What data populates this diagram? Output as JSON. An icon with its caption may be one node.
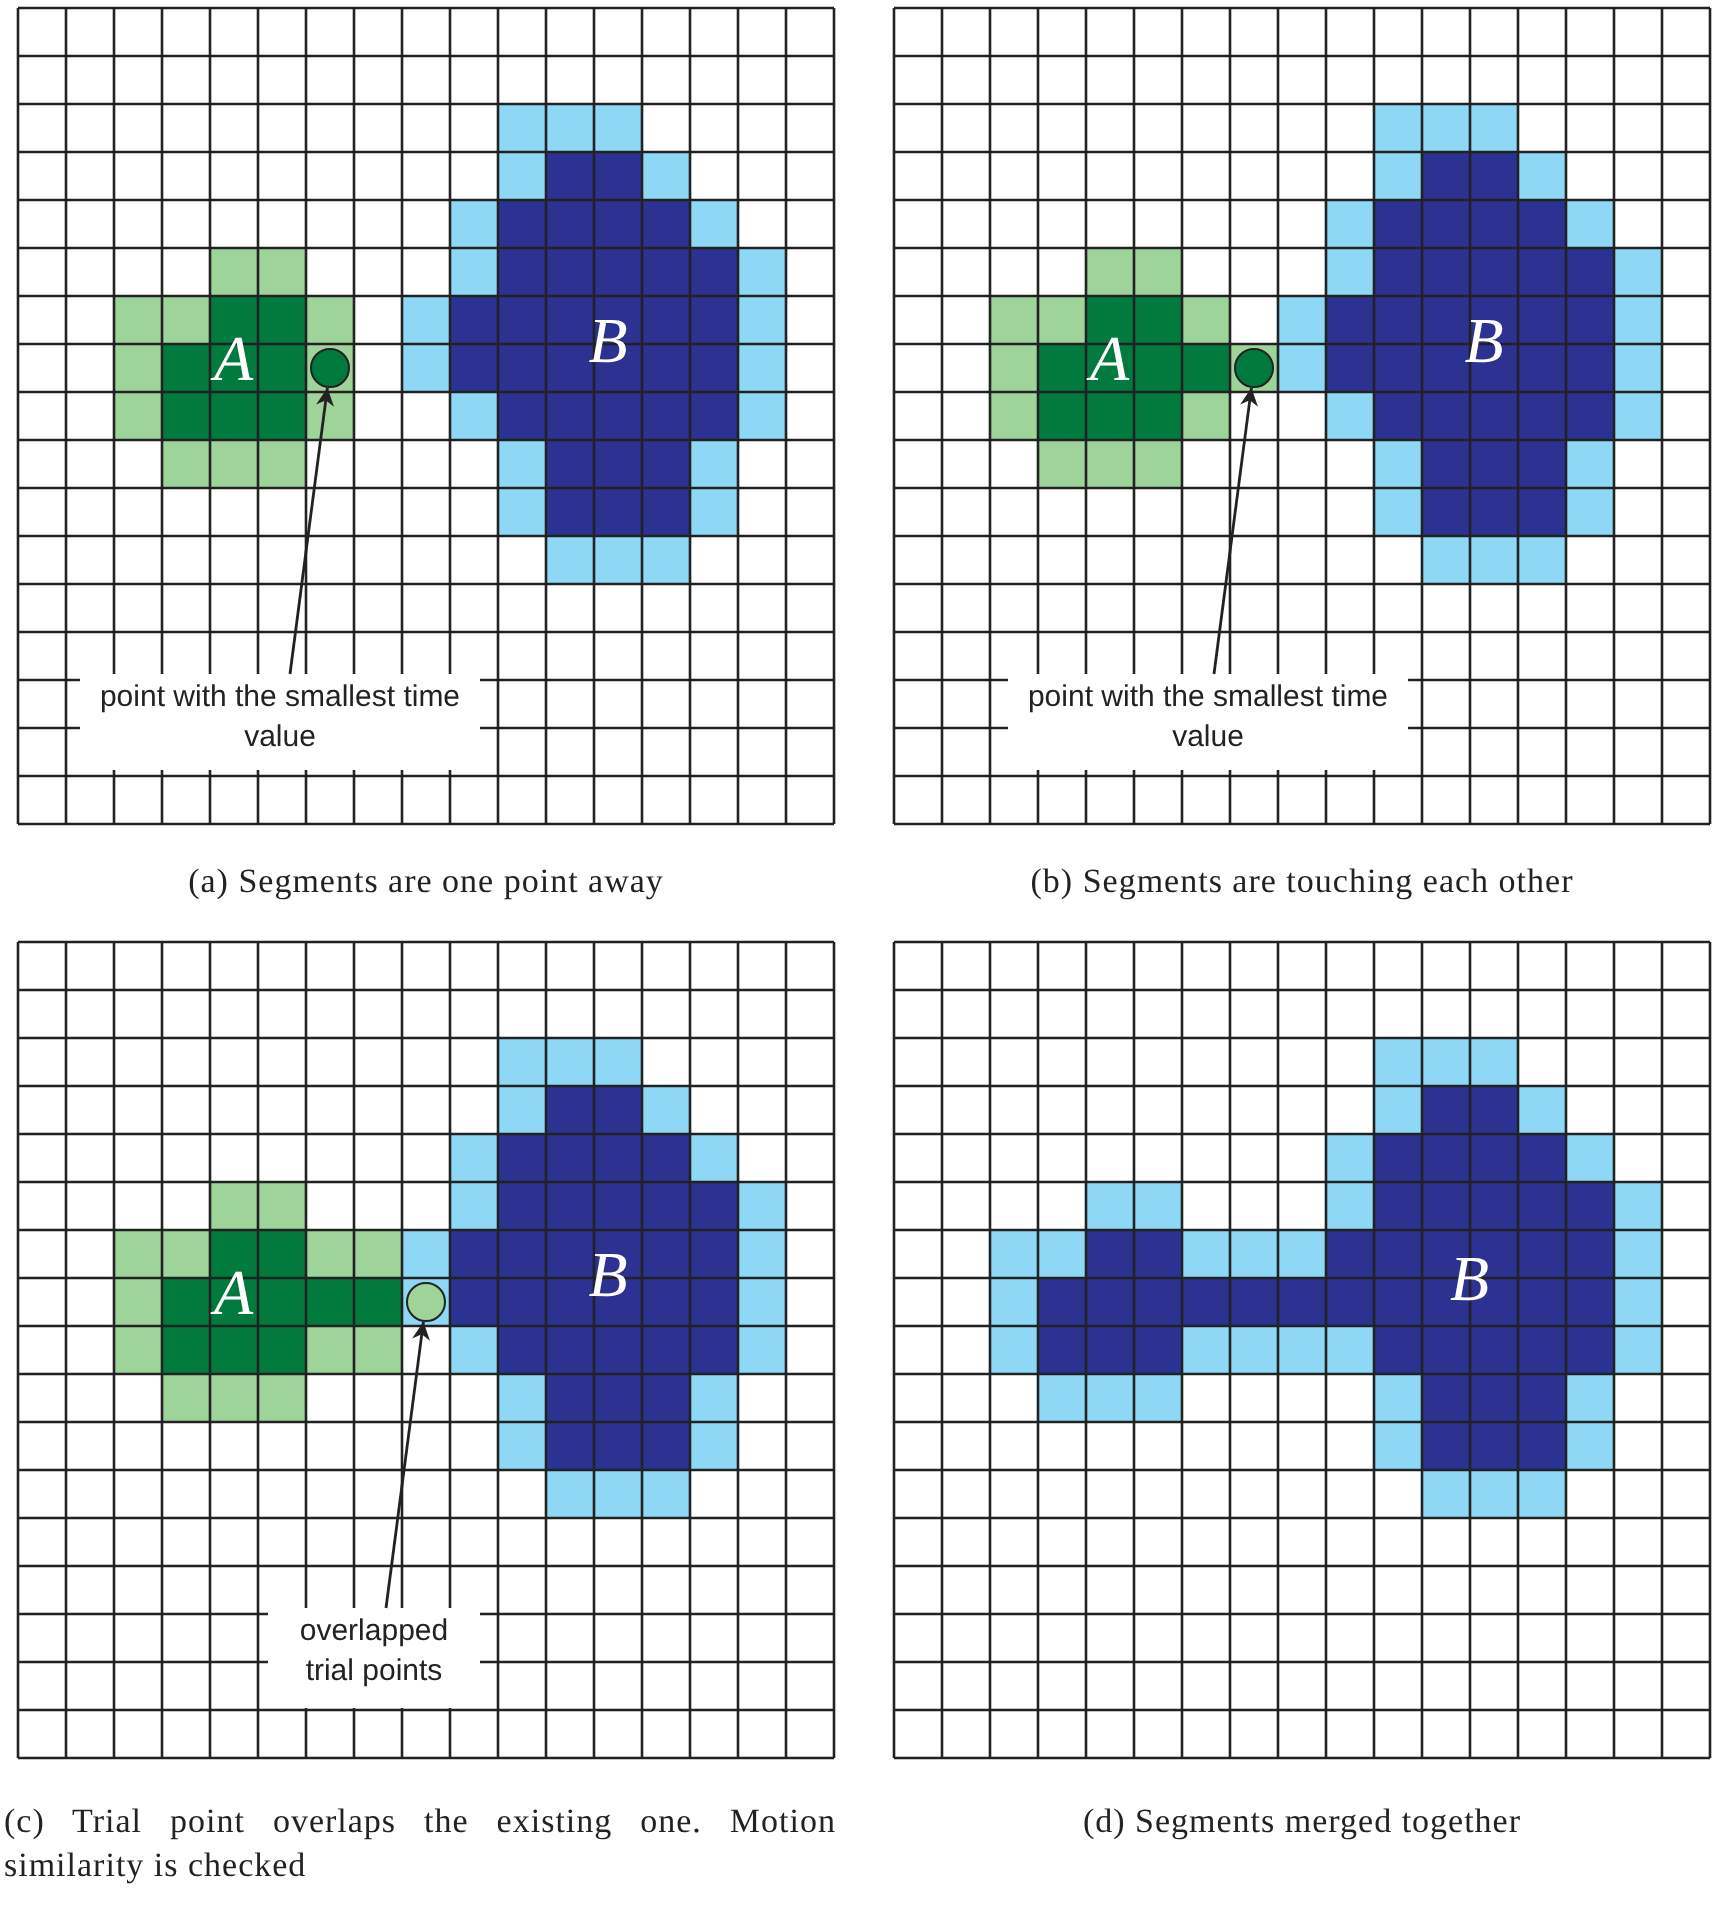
{
  "diagram": {
    "nodes": [
      {
        "text": [
          "point with the smallest time value"
        ]
      },
      {
        "text": [],
        "shape": "circle"
      },
      {
        "text": [
          "point with the smallest time value"
        ]
      },
      {
        "text": [],
        "shape": "circle"
      },
      {
        "text": [
          "overlapped trial points"
        ]
      },
      {
        "text": [],
        "shape": "circle"
      }
    ],
    "edges": [
      {
        "from": 0,
        "to": 1,
        "arrow": "to"
      },
      {
        "from": 2,
        "to": 3,
        "arrow": "to"
      },
      {
        "from": 4,
        "to": 5,
        "arrow": "to"
      }
    ],
    "labels": [
      "A",
      "B",
      "A",
      "B",
      "(a) Segments are one point away",
      "(b) Segments are touching each other",
      "A",
      "B",
      "B",
      "(c) Trial point overlaps the existing one. Motion similarity is checked",
      "(d) Segments merged together"
    ]
  }
}
